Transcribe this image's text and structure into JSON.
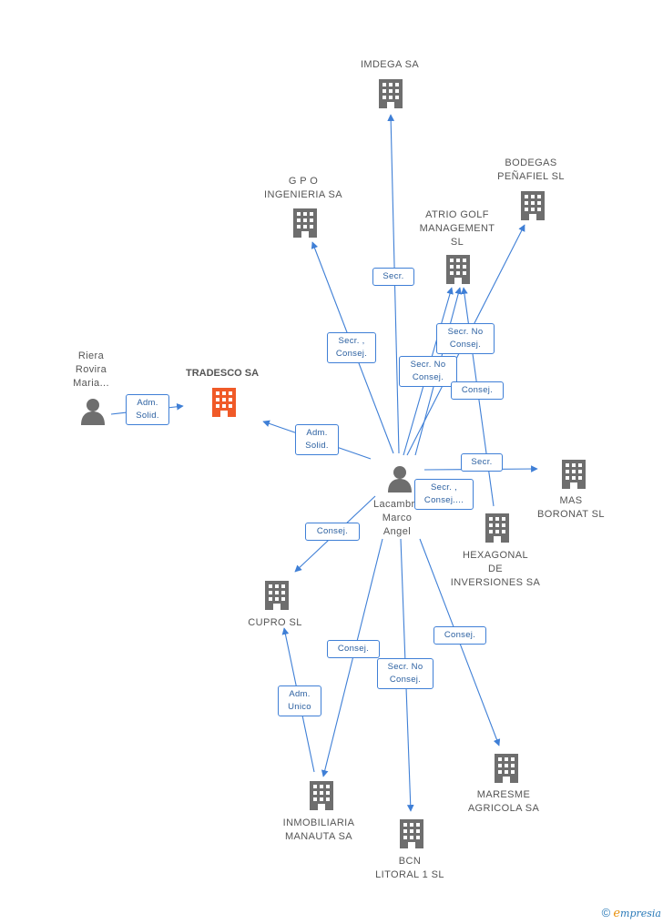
{
  "colors": {
    "edge": "#3f7fd6",
    "node": "#6e6e6e",
    "main": "#f05a28"
  },
  "nodes": {
    "imdega": "IMDEGA SA",
    "bodegas": [
      "BODEGAS",
      "PEÑAFIEL SL"
    ],
    "gpo": [
      "G P O",
      "INGENIERIA SA"
    ],
    "atrio": [
      "ATRIO GOLF",
      "MANAGEMENT",
      "SL"
    ],
    "tradesco": "TRADESCO SA",
    "riera": [
      "Riera",
      "Rovira",
      "Maria..."
    ],
    "lacambra": [
      "Lacambra",
      "Marco",
      "Angel"
    ],
    "mas": [
      "MAS",
      "BORONAT SL"
    ],
    "hexagonal": [
      "HEXAGONAL",
      "DE",
      "INVERSIONES SA"
    ],
    "cupro": "CUPRO SL",
    "inmobiliaria": [
      "INMOBILIARIA",
      "MANAUTA SA"
    ],
    "bcn": [
      "BCN",
      "LITORAL 1 SL"
    ],
    "maresme": [
      "MARESME",
      "AGRICOLA SA"
    ]
  },
  "relations": {
    "secr_imdega": "Secr.",
    "secr_consej_gpo": [
      "Secr. ,",
      "Consej."
    ],
    "secr_no_consej_bodegas": [
      "Secr. No",
      "Consej."
    ],
    "secr_no_consej_atrio": [
      "Secr. No",
      "Consej."
    ],
    "consej_hexagonal": "Consej.",
    "adm_solid_riera": [
      "Adm.",
      "Solid."
    ],
    "adm_solid_lacambra": [
      "Adm.",
      "Solid."
    ],
    "secr_mas": "Secr.",
    "secr_consej_more": [
      "Secr. ,",
      "Consej...."
    ],
    "consej_cupro": "Consej.",
    "consej_inmobiliaria": "Consej.",
    "secr_no_consej_bcn": [
      "Secr. No",
      "Consej."
    ],
    "consej_maresme": "Consej.",
    "adm_unico": [
      "Adm.",
      "Unico"
    ]
  },
  "footer": {
    "copyright": "©",
    "brand_first": "e",
    "brand_rest": "mpresia"
  }
}
